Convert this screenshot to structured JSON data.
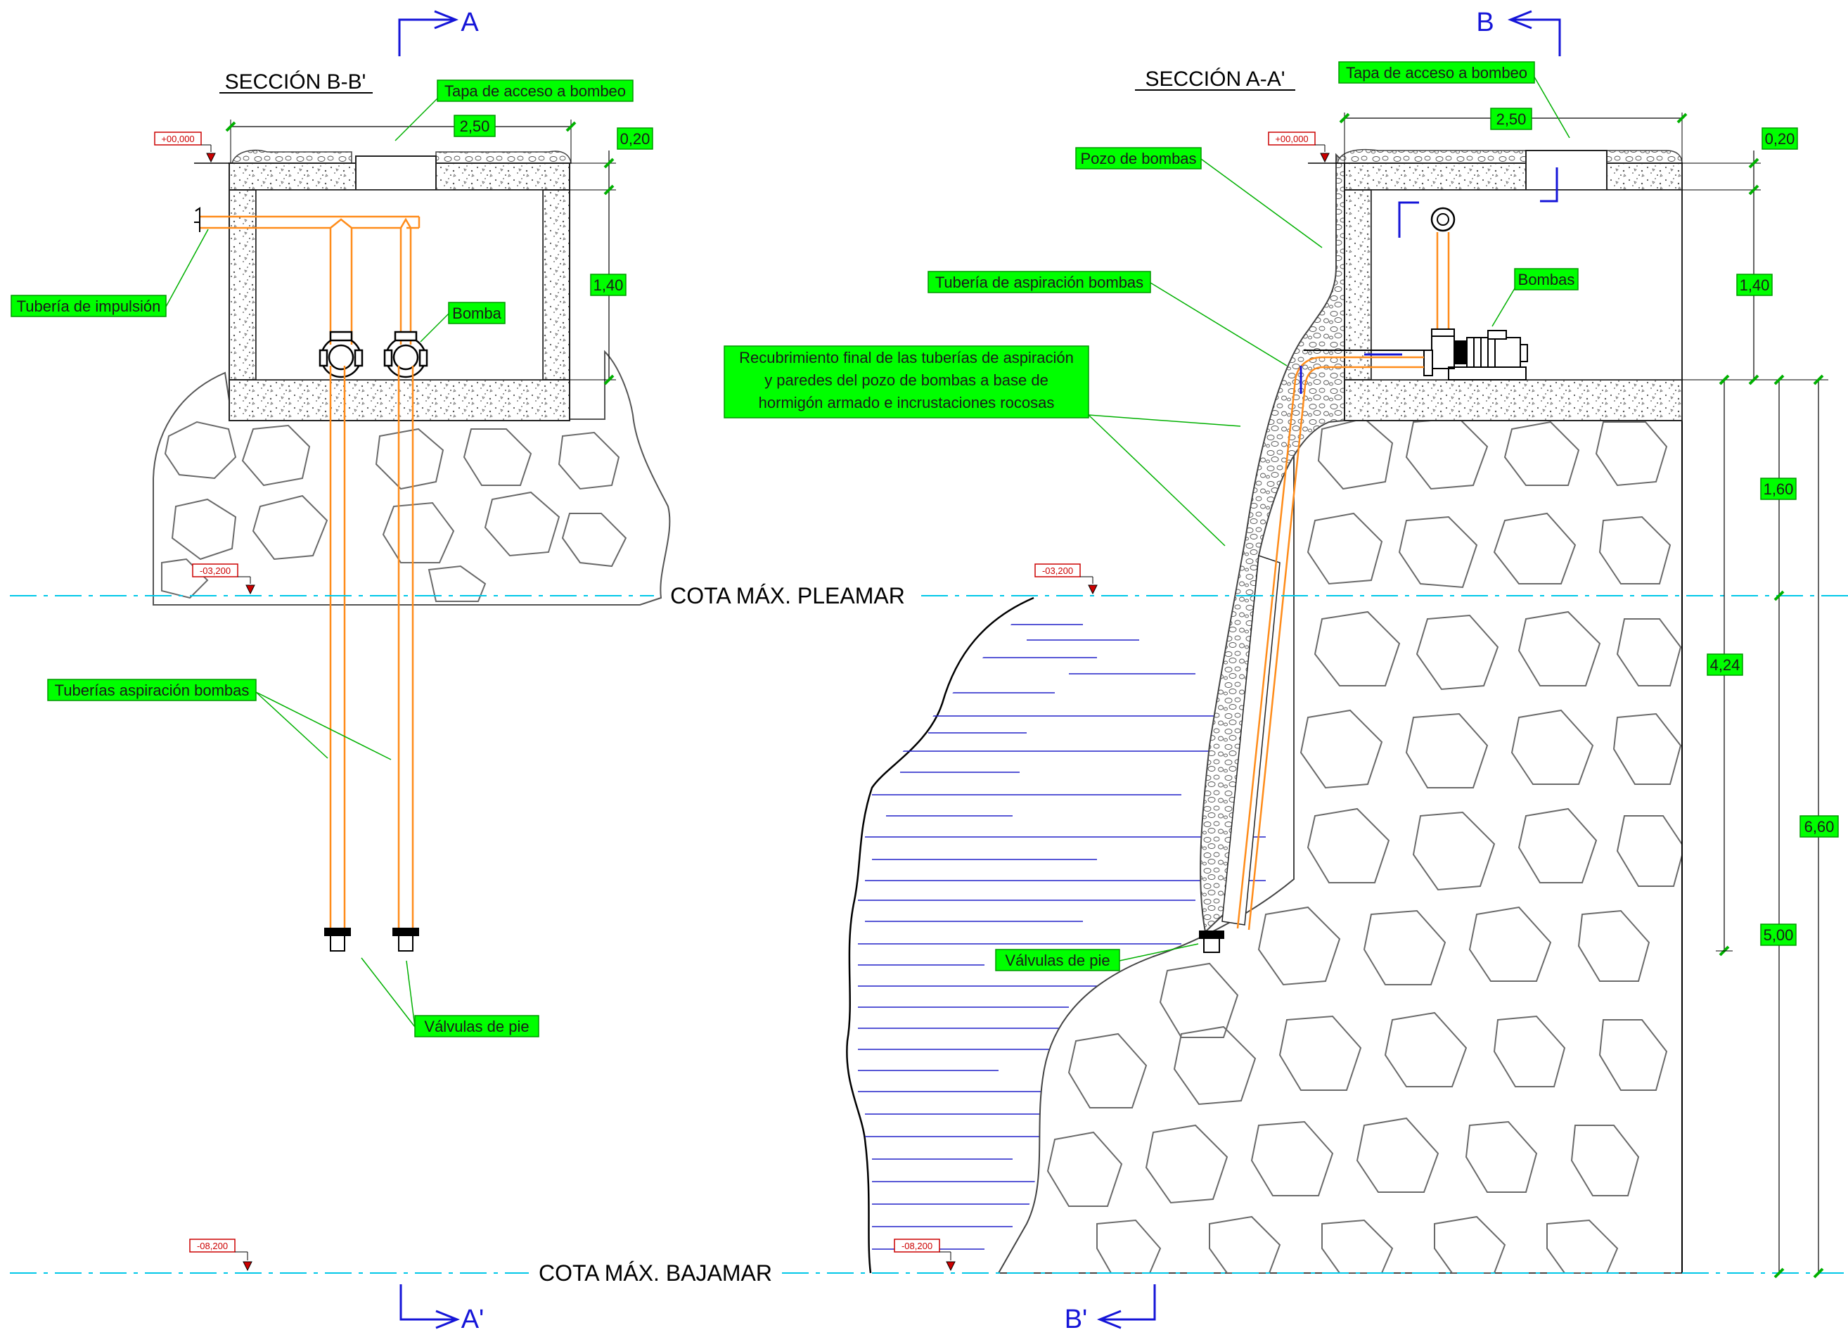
{
  "titles": {
    "section_bb": "SECCIÓN B-B'",
    "section_aa": "SECCIÓN A-A'"
  },
  "cut_markers": {
    "a_top": "A",
    "a_bottom": "A'",
    "b_top": "B",
    "b_bottom": "B'"
  },
  "water_levels": {
    "high_tide": "COTA MÁX. PLEAMAR",
    "low_tide": "COTA MÁX. BAJAMAR"
  },
  "elevations": {
    "top_left": "+00,000",
    "top_right": "+00,000",
    "high_left": "-03,200",
    "high_right": "-03,200",
    "low_left": "-08,200",
    "low_right": "-08,200"
  },
  "labels_left": {
    "access_cover": "Tapa de acceso a bombeo",
    "discharge_pipe": "Tubería de impulsión",
    "pump": "Bomba",
    "suction_pipes": "Tuberías aspiración bombas",
    "foot_valves": "Válvulas de pie"
  },
  "labels_right": {
    "access_cover": "Tapa de acceso a bombeo",
    "pump_well": "Pozo de bombas",
    "suction_pipe": "Tubería de aspiración bombas",
    "coating_line1": "Recubrimiento final de las tuberías de aspiración",
    "coating_line2": "y paredes del pozo de bombas a base de",
    "coating_line3": "hormigón armado e incrustaciones rocosas",
    "pumps": "Bombas",
    "foot_valves": "Válvulas de pie"
  },
  "dimensions_left": {
    "width": "2,50",
    "slab": "0,20",
    "depth": "1,40"
  },
  "dimensions_right": {
    "width": "2,50",
    "slab": "0,20",
    "depth": "1,40",
    "seg_1": "1,60",
    "seg_2": "4,24",
    "seg_3": "5,00",
    "total": "6,60"
  },
  "colors": {
    "label_background": "#00ff00",
    "pipe": "#ff8c1a",
    "water_line": "#00c8e8",
    "water_hatch": "#2020c8",
    "cut_marker": "#1515d8",
    "elevation_text": "#cc0000",
    "dimension_tick": "#00b000"
  }
}
